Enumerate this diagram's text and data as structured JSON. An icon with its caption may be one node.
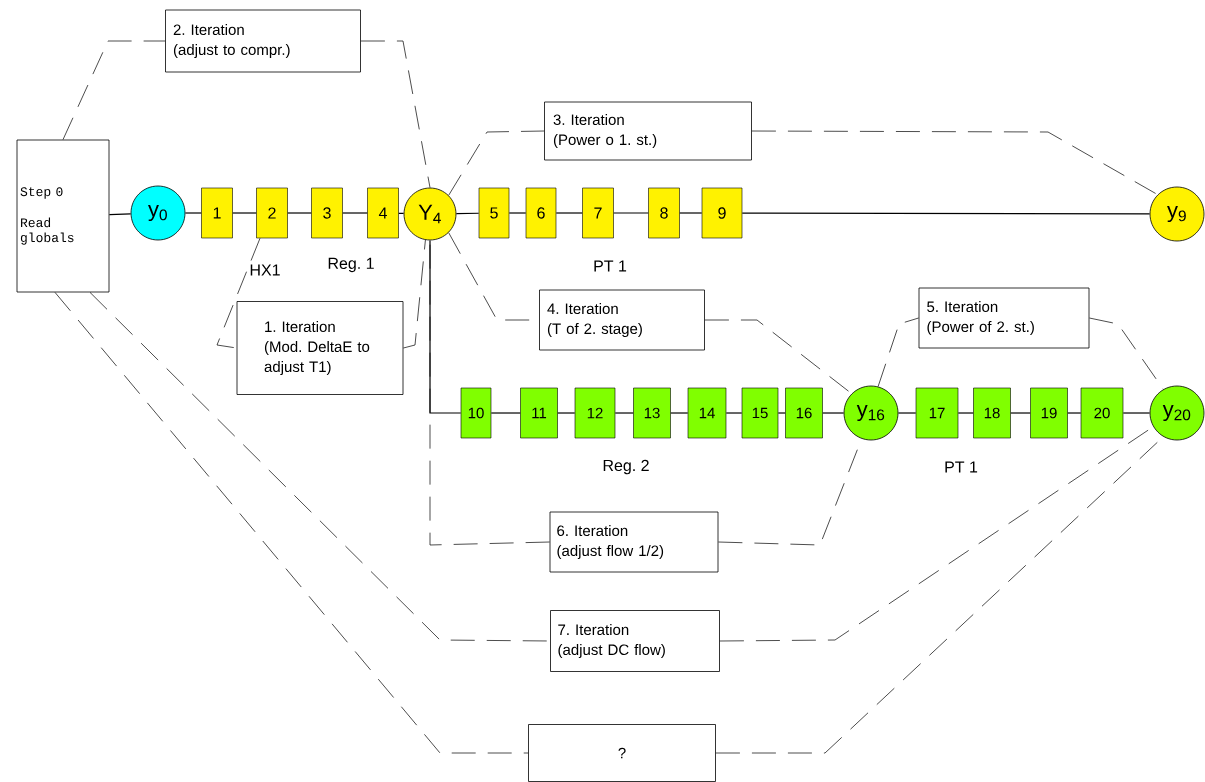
{
  "diagram": {
    "nodes": [
      {
        "text": [
          "Step 0",
          "Read globals"
        ]
      },
      {
        "text": [
          "y$_{0}$"
        ]
      },
      {
        "text": [
          "1"
        ]
      },
      {
        "text": [
          "2"
        ]
      },
      {
        "text": [
          "3"
        ]
      },
      {
        "text": [
          "4"
        ]
      },
      {
        "text": [
          "Y$_{4}$"
        ]
      },
      {
        "text": [
          "5"
        ]
      },
      {
        "text": [
          "6"
        ]
      },
      {
        "text": [
          "7"
        ]
      },
      {
        "text": [
          "8"
        ]
      },
      {
        "text": [
          "9"
        ]
      },
      {
        "text": [
          "y$_{9}$"
        ]
      },
      {
        "text": [
          "10"
        ]
      },
      {
        "text": [
          "11"
        ]
      },
      {
        "text": [
          "12"
        ]
      },
      {
        "text": [
          "13"
        ]
      },
      {
        "text": [
          "14"
        ]
      },
      {
        "text": [
          "15"
        ]
      },
      {
        "text": [
          "16"
        ]
      },
      {
        "text": [
          "y$_{16}$"
        ]
      },
      {
        "text": [
          "17"
        ]
      },
      {
        "text": [
          "18"
        ]
      },
      {
        "text": [
          "19"
        ]
      },
      {
        "text": [
          "20"
        ]
      },
      {
        "text": [
          "y$_{20}$"
        ]
      },
      {
        "text": [
          "2. Iteration",
          "(adjust to compr.)"
        ]
      },
      {
        "text": [
          "3. Iteration",
          "(Power o 1. st.)"
        ]
      },
      {
        "text": [
          "1. Iteration",
          "(Mod. DeltaE to adjust T1)"
        ]
      },
      {
        "text": [
          "4. Iteration",
          "(T of 2. stage)"
        ]
      },
      {
        "text": [
          "5. Iteration",
          "(Power of 2. st.)"
        ]
      },
      {
        "text": [
          "6. Iteration",
          "(adjust flow 1/2)"
        ]
      },
      {
        "text": [
          "7. Iteration",
          "(adjust DC flow)"
        ]
      },
      {
        "text": [
          "?"
        ]
      }
    ],
    "edges": [
      {
        "from": 0,
        "to": 1,
        "arrow": "none"
      },
      {
        "from": 1,
        "to": 2,
        "arrow": "none"
      },
      {
        "from": 2,
        "to": 3,
        "arrow": "none"
      },
      {
        "from": 3,
        "to": 4,
        "arrow": "none"
      },
      {
        "from": 4,
        "to": 5,
        "arrow": "none"
      },
      {
        "from": 5,
        "to": 6,
        "arrow": "none"
      },
      {
        "from": 6,
        "to": 7,
        "arrow": "none"
      },
      {
        "from": 7,
        "to": 8,
        "arrow": "none"
      },
      {
        "from": 8,
        "to": 9,
        "arrow": "none"
      },
      {
        "from": 9,
        "to": 10,
        "arrow": "none"
      },
      {
        "from": 10,
        "to": 11,
        "arrow": "none"
      },
      {
        "from": 11,
        "to": 12,
        "arrow": "none"
      },
      {
        "from": 6,
        "to": 13,
        "arrow": "none"
      },
      {
        "from": 13,
        "to": 14,
        "arrow": "none"
      },
      {
        "from": 14,
        "to": 15,
        "arrow": "none"
      },
      {
        "from": 15,
        "to": 16,
        "arrow": "none"
      },
      {
        "from": 16,
        "to": 17,
        "arrow": "none"
      },
      {
        "from": 17,
        "to": 18,
        "arrow": "none"
      },
      {
        "from": 18,
        "to": 19,
        "arrow": "none"
      },
      {
        "from": 19,
        "to": 20,
        "arrow": "none"
      },
      {
        "from": 20,
        "to": 21,
        "arrow": "none"
      },
      {
        "from": 21,
        "to": 22,
        "arrow": "none"
      },
      {
        "from": 22,
        "to": 23,
        "arrow": "none"
      },
      {
        "from": 23,
        "to": 24,
        "arrow": "none"
      },
      {
        "from": 24,
        "to": 25,
        "arrow": "none"
      },
      {
        "from": 0,
        "to": 26,
        "arrow": "none",
        "style": "dashed"
      },
      {
        "from": 26,
        "to": 6,
        "arrow": "none",
        "style": "dashed"
      },
      {
        "from": 6,
        "to": 27,
        "arrow": "none",
        "style": "dashed"
      },
      {
        "from": 27,
        "to": 12,
        "arrow": "none",
        "style": "dashed"
      },
      {
        "from": 3,
        "to": 28,
        "arrow": "none",
        "style": "dashed"
      },
      {
        "from": 28,
        "to": 6,
        "arrow": "none",
        "style": "dashed"
      },
      {
        "from": 6,
        "to": 29,
        "arrow": "none",
        "style": "dashed"
      },
      {
        "from": 29,
        "to": 20,
        "arrow": "none",
        "style": "dashed"
      },
      {
        "from": 20,
        "to": 30,
        "arrow": "none",
        "style": "dashed"
      },
      {
        "from": 30,
        "to": 25,
        "arrow": "none",
        "style": "dashed"
      },
      {
        "from": 31,
        "to": 6,
        "arrow": "none",
        "style": "dashed"
      },
      {
        "from": 31,
        "to": 20,
        "arrow": "none",
        "style": "dashed"
      },
      {
        "from": 0,
        "to": 32,
        "arrow": "none",
        "style": "dashed"
      },
      {
        "from": 32,
        "to": 25,
        "arrow": "none",
        "style": "dashed"
      },
      {
        "from": 0,
        "to": 33,
        "arrow": "none",
        "style": "dashed"
      },
      {
        "from": 33,
        "to": 25,
        "arrow": "none",
        "style": "dashed"
      }
    ],
    "labels": [
      "HX1",
      "Reg. 1",
      "PT 1",
      "Reg. 2",
      "PT 1"
    ]
  }
}
